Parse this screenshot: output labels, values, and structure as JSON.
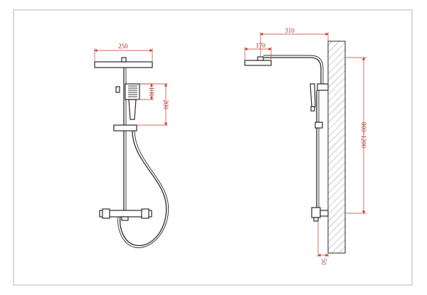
{
  "dimensions": {
    "head_width": "250",
    "handshower_length": "100",
    "handshower_to_holder": "200",
    "arm_reach": "310",
    "head_depth": "170",
    "height_range": "800~1200",
    "wall_offset": "50"
  },
  "colors": {
    "line": "#2a2a2a",
    "dimension": "#c0392b",
    "frame": "#b5b5b5"
  }
}
